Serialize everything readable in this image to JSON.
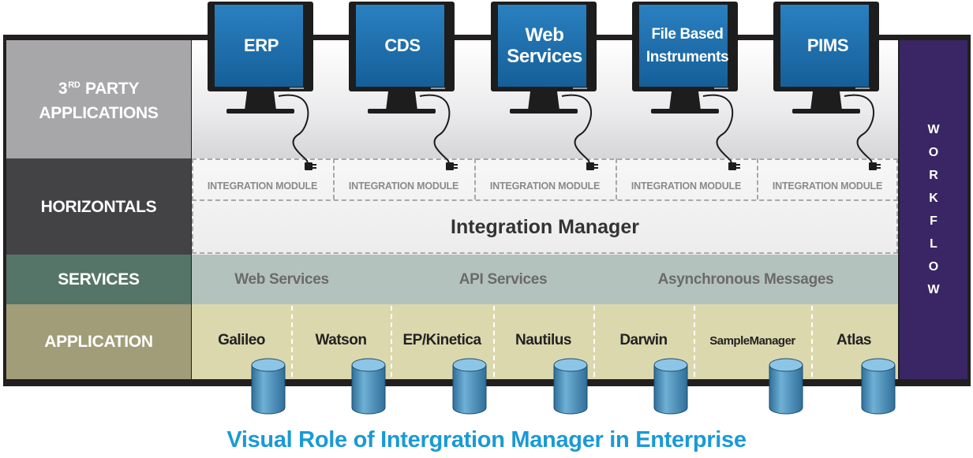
{
  "layers": {
    "third_party_prefix": "3",
    "third_party_sup": "RD",
    "third_party_suffix": "PARTY",
    "third_party_line2": "APPLICATIONS",
    "horizontals": "HORIZONTALS",
    "services": "SERVICES",
    "application": "APPLICATION"
  },
  "workflow": [
    "W",
    "O",
    "R",
    "K",
    "F",
    "L",
    "O",
    "W"
  ],
  "monitors": [
    {
      "line1": "ERP",
      "line2": ""
    },
    {
      "line1": "CDS",
      "line2": ""
    },
    {
      "line1": "Web",
      "line2": "Services"
    },
    {
      "line1": "File Based",
      "line2": "Instruments"
    },
    {
      "line1": "PIMS",
      "line2": ""
    }
  ],
  "integration_modules": [
    "INTEGRATION MODULE",
    "INTEGRATION MODULE",
    "INTEGRATION MODULE",
    "INTEGRATION MODULE",
    "INTEGRATION MODULE"
  ],
  "integration_manager": "Integration Manager",
  "services": [
    "Web Services",
    "API Services",
    "Asynchronous Messages"
  ],
  "applications": [
    "Galileo",
    "Watson",
    "EP/Kinetica",
    "Nautilus",
    "Darwin",
    "SampleManager",
    "Atlas"
  ],
  "caption": "Visual Role of Intergration Manager in Enterprise",
  "colors": {
    "monitor_blue": "#1a6fae",
    "workflow_purple": "#3a2664",
    "caption_blue": "#1a9ad6",
    "db_blue": "#4a90b8"
  }
}
